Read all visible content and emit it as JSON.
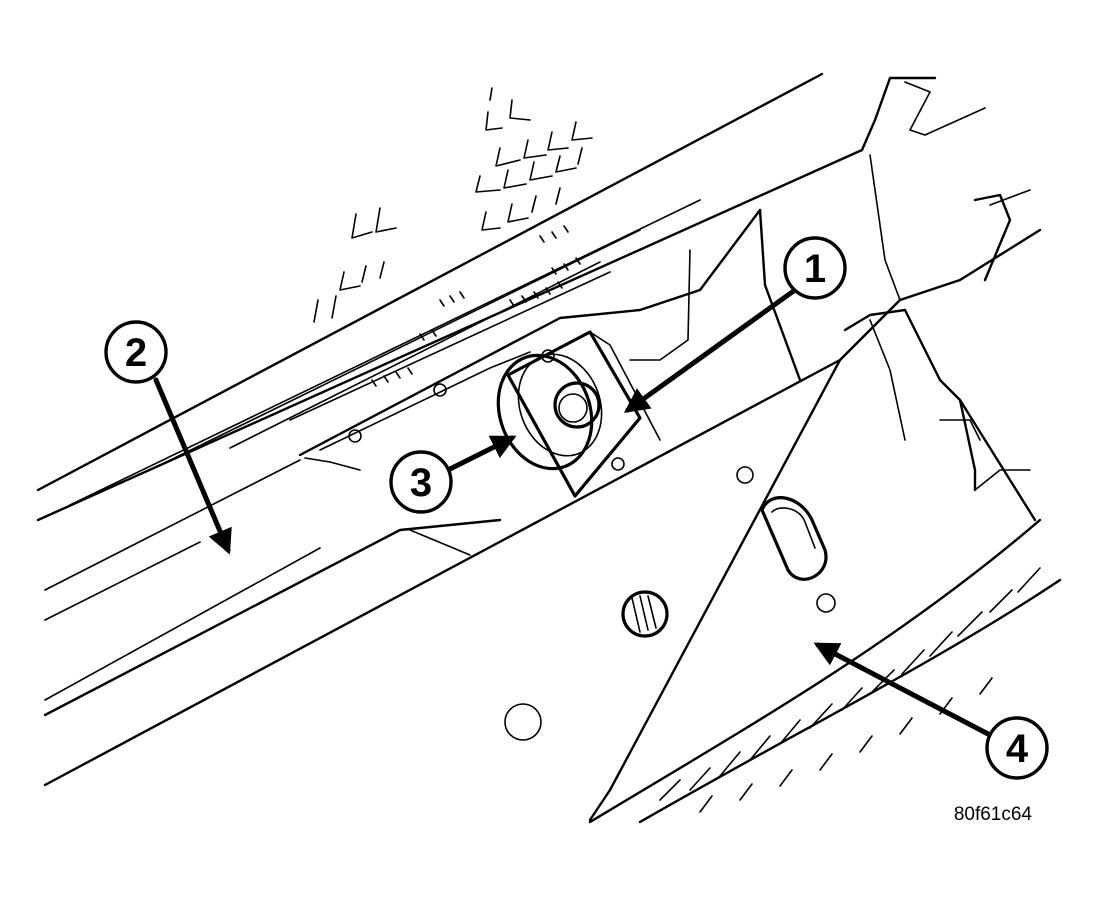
{
  "callouts": [
    {
      "id": "1",
      "label": "1"
    },
    {
      "id": "2",
      "label": "2"
    },
    {
      "id": "3",
      "label": "3"
    },
    {
      "id": "4",
      "label": "4"
    }
  ],
  "figure_code": "80f61c64",
  "colors": {
    "ink": "#000000",
    "paper": "#ffffff"
  }
}
